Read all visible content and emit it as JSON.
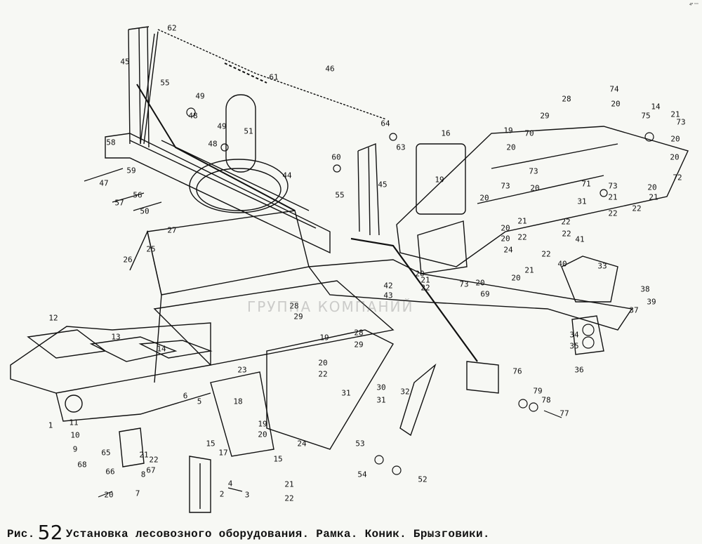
{
  "figure": {
    "caption_prefix": "Рис.",
    "figure_number": "52",
    "caption_title": "Установка лесовозного оборудования. Рамка. Коник. Брызговики.",
    "watermark": "ГРУППА КОМПАНИЙ",
    "corner_mark": "4ᴮ ᵐᵐ"
  },
  "callouts": [
    "62",
    "45",
    "61",
    "46",
    "55",
    "49",
    "48",
    "49",
    "51",
    "48",
    "58",
    "64",
    "63",
    "60",
    "44",
    "59",
    "47",
    "56",
    "57",
    "50",
    "55",
    "45",
    "16",
    "19",
    "19",
    "20",
    "70",
    "28",
    "29",
    "74",
    "20",
    "14",
    "75",
    "21",
    "73",
    "20",
    "20",
    "72",
    "20",
    "21",
    "71",
    "73",
    "21",
    "22",
    "22",
    "73",
    "73",
    "20",
    "20",
    "31",
    "22",
    "22",
    "21",
    "22",
    "20",
    "20",
    "41",
    "40",
    "22",
    "24",
    "21",
    "20",
    "20",
    "69",
    "73",
    "20",
    "21",
    "22",
    "33",
    "38",
    "37",
    "39",
    "34",
    "35",
    "36",
    "27",
    "25",
    "26",
    "42",
    "43",
    "28",
    "29",
    "12",
    "13",
    "14",
    "19",
    "28",
    "29",
    "20",
    "22",
    "23",
    "30",
    "31",
    "31",
    "32",
    "76",
    "79",
    "78",
    "77",
    "18",
    "19",
    "20",
    "6",
    "5",
    "1",
    "11",
    "10",
    "9",
    "65",
    "21",
    "22",
    "15",
    "17",
    "15",
    "24",
    "53",
    "54",
    "52",
    "68",
    "66",
    "67",
    "8",
    "4",
    "3",
    "2",
    "7",
    "20",
    "21",
    "22"
  ],
  "colors": {
    "ink": "#111111",
    "paper": "#f7f8f4"
  }
}
